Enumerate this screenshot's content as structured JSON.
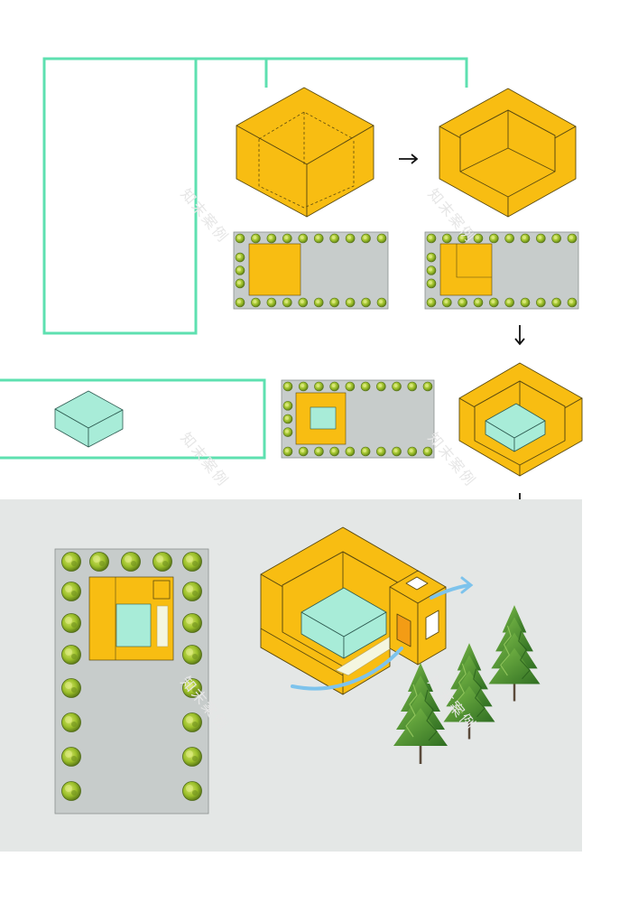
{
  "watermark": {
    "text": "知末案例"
  },
  "colors": {
    "bracket": "#5ee0b0",
    "mass": "#f8bd12",
    "mass_edge": "#5a4a10",
    "courtyard": "#a8ecd8",
    "site": "#c7cccb",
    "site_bg": "#e4e7e6",
    "tree": "#9bbf2a",
    "wind": "#7dc3ec",
    "conifer": "#3d8a2a",
    "arrow": "#111111"
  },
  "icons": {
    "step_arrow_right": "arrow-right-icon",
    "step_arrow_down": "arrow-down-icon",
    "tree_top_view": "tree-icon",
    "wind_flow": "wind-arrow-icon",
    "conifer_tree": "conifer-tree-icon"
  },
  "steps": [
    {
      "id": "solid-block"
    },
    {
      "id": "carved-block"
    },
    {
      "id": "courtyard-block"
    },
    {
      "id": "final-massing"
    }
  ]
}
